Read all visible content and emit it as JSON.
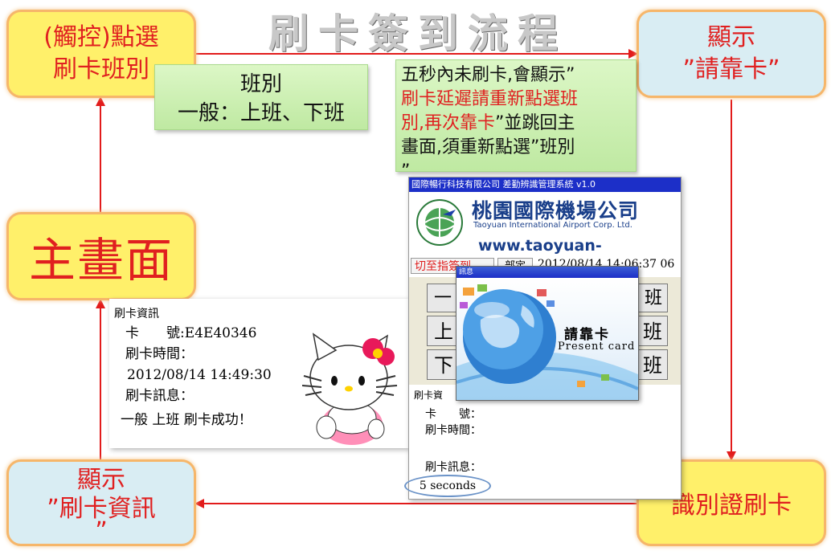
{
  "title": "刷卡簽到流程",
  "nodes": {
    "select_shift_line1": "(觸控)點選",
    "select_shift_line2": "刷卡班別",
    "present_card_line1": "顯示",
    "present_card_line2": "”請靠卡”",
    "main_screen": "主畫面",
    "identify_card": "識別證刷卡",
    "show_info_line1": "顯示",
    "show_info_line2": "”刷卡資訊",
    "show_info_line3": "”"
  },
  "notes": {
    "shift_title": "班別",
    "shift_types": "一般：上班、下班",
    "timeout_black_1": "五秒內未刷卡,會顯示”",
    "timeout_red_1": "刷卡延遲請重新點選班",
    "timeout_red_2": "別,再次靠卡",
    "timeout_black_2": "”並跳回主",
    "timeout_black_3": "畫面,須重新點選”班別",
    "timeout_black_4": "”"
  },
  "info_panel": {
    "header": "刷卡資訊",
    "card_label": "卡　　號",
    "card_value": ":E4E40346",
    "time_label": "刷卡時間：",
    "time_value": "2012/08/14 14:49:30",
    "msg_label": "刷卡訊息：",
    "msg_value": "一般 上班 刷卡成功！"
  },
  "app_window": {
    "titlebar": "國際暢行科技有限公司  差勤辨識管理系統 v1.0",
    "company_cn": "桃園國際機場公司",
    "company_en": "Taoyuan International Airport Corp. Ltd.",
    "url": "www.taoyuan-airport.com",
    "switch_btn": "切至指",
    "switch_btn_tail": "簽到",
    "time_btn": "部定",
    "datetime": "2012/08/14 14:06:37 06",
    "btn_row1_left": "一",
    "btn_row1_right": "班",
    "btn_row2_left": "上",
    "btn_row2_right": "班",
    "btn_row3_left": "下",
    "btn_row3_right": "班",
    "info_header": "刷卡資",
    "card_label": "卡　　號：",
    "time_label": "刷卡時間：",
    "msg_label": "刷卡訊息：",
    "countdown": "5 seconds",
    "popup_title": "訊息",
    "popup_cn": "請靠卡",
    "popup_en": "Present card"
  },
  "colors": {
    "arrow": "#e21b1b",
    "node_yellow": "#fff06a",
    "node_blue": "#d9edf3",
    "node_border": "#f6b66a",
    "titlebar": "#1c2fc8"
  }
}
